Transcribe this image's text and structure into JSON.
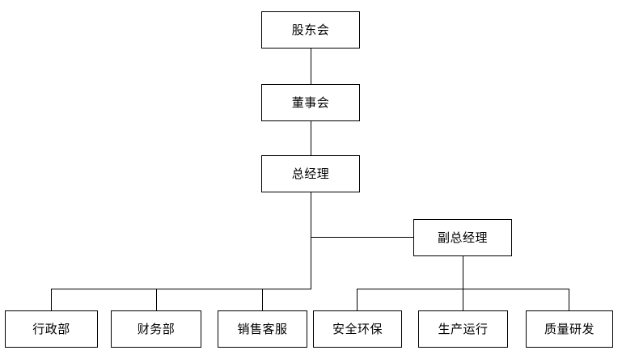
{
  "chart_data": {
    "type": "diagram",
    "title": "",
    "diagram_kind": "organization-chart",
    "orientation": "top-down",
    "levels": [
      {
        "level": 1,
        "nodes": [
          "shareholders_meeting"
        ]
      },
      {
        "level": 2,
        "nodes": [
          "board_of_directors"
        ]
      },
      {
        "level": 3,
        "nodes": [
          "general_manager"
        ]
      },
      {
        "level": 4,
        "nodes": [
          "deputy_general_manager"
        ]
      },
      {
        "level": 5,
        "nodes": [
          "administration",
          "finance",
          "sales_service",
          "safety_environment",
          "production_operation",
          "quality_rnd"
        ]
      }
    ],
    "edges": [
      {
        "from": "shareholders_meeting",
        "to": "board_of_directors"
      },
      {
        "from": "board_of_directors",
        "to": "general_manager"
      },
      {
        "from": "general_manager",
        "to": "deputy_general_manager"
      },
      {
        "from": "general_manager",
        "to": "administration"
      },
      {
        "from": "general_manager",
        "to": "finance"
      },
      {
        "from": "general_manager",
        "to": "sales_service"
      },
      {
        "from": "deputy_general_manager",
        "to": "safety_environment"
      },
      {
        "from": "deputy_general_manager",
        "to": "production_operation"
      },
      {
        "from": "deputy_general_manager",
        "to": "quality_rnd"
      }
    ],
    "colors": {
      "background": "#ffffff",
      "node_fill": "#ffffff",
      "node_border": "#000000",
      "text": "#000000",
      "connector": "#000000"
    }
  },
  "nodes": {
    "shareholders_meeting": {
      "label": "股东会"
    },
    "board_of_directors": {
      "label": "董事会"
    },
    "general_manager": {
      "label": "总经理"
    },
    "deputy_general_manager": {
      "label": "副总经理"
    },
    "administration": {
      "label": "行政部"
    },
    "finance": {
      "label": "财务部"
    },
    "sales_service": {
      "label": "销售客服"
    },
    "safety_environment": {
      "label": "安全环保"
    },
    "production_operation": {
      "label": "生产运行"
    },
    "quality_rnd": {
      "label": "质量研发"
    }
  }
}
